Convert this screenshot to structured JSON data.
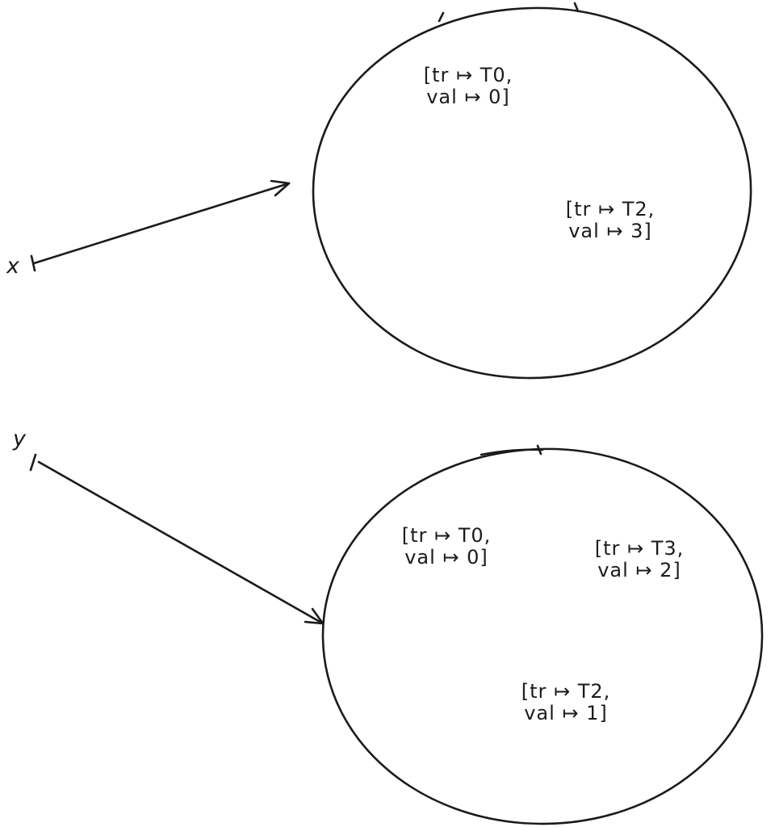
{
  "diagram": {
    "pointers": {
      "x": {
        "label": "x"
      },
      "y": {
        "label": "y"
      }
    },
    "sets": [
      {
        "pointer": "x",
        "records": [
          {
            "line1": "[tr ↦ T0,",
            "line2": "val ↦ 0]"
          },
          {
            "line1": "[tr ↦ T2,",
            "line2": "val ↦ 3]"
          }
        ]
      },
      {
        "pointer": "y",
        "records": [
          {
            "line1": "[tr ↦ T0,",
            "line2": "val ↦ 0]"
          },
          {
            "line1": "[tr ↦ T3,",
            "line2": "val ↦ 2]"
          },
          {
            "line1": "[tr ↦ T2,",
            "line2": "val ↦ 1]"
          }
        ]
      }
    ]
  }
}
